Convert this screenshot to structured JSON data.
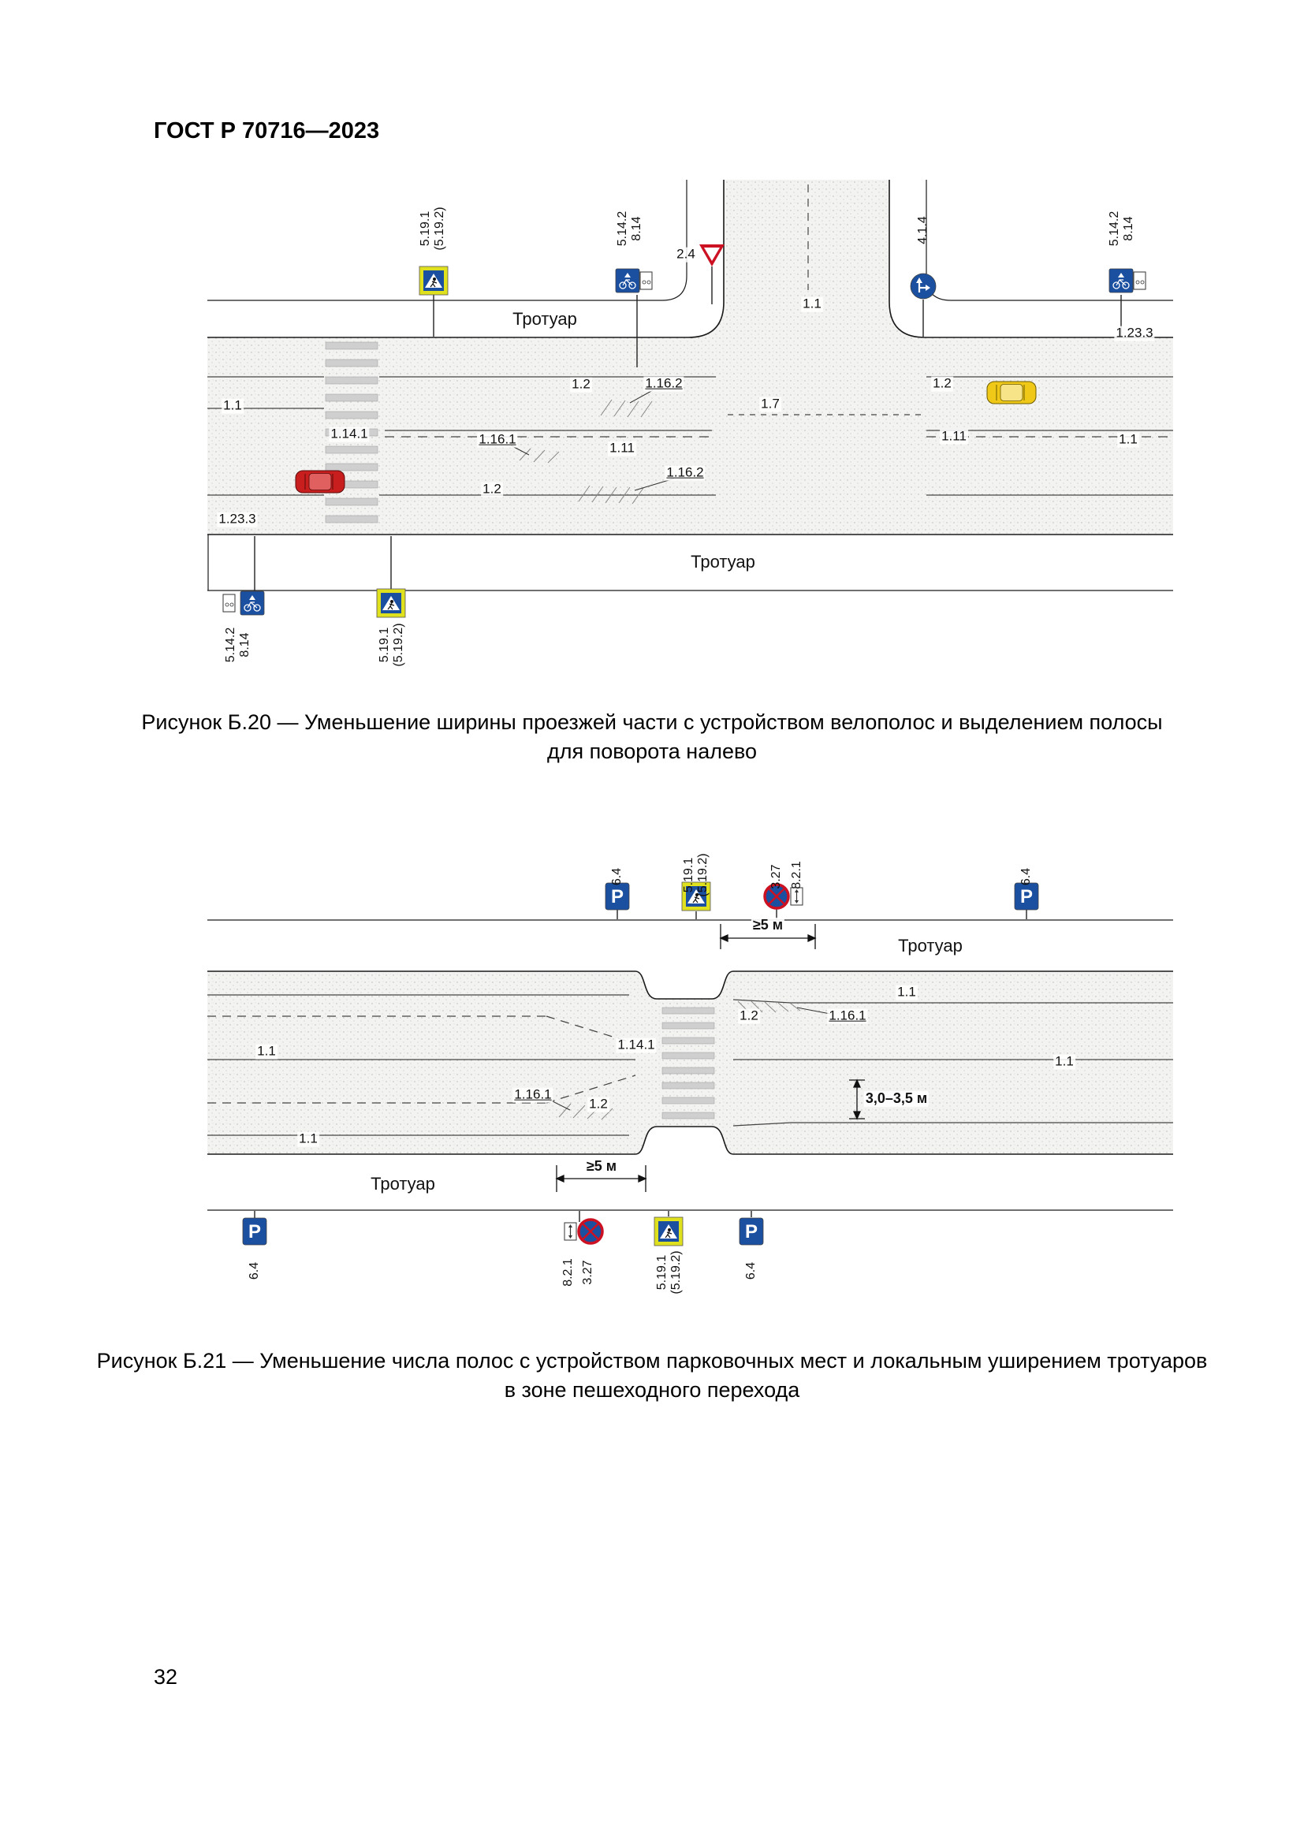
{
  "page": {
    "header": "ГОСТ Р 70716—2023",
    "number": "32"
  },
  "text": {
    "sidewalk": "Тротуар",
    "dim_ge5": "≥5 м",
    "dim_width": "3,0–3,5 м"
  },
  "signs": {
    "s5191": "5.19.1",
    "s5192": "(5.19.2)",
    "s5142": "5.14.2",
    "s814": "8.14",
    "s24": "2.4",
    "s414": "4.1.4",
    "s64": "6.4",
    "s327": "3.27",
    "s821": "8.2.1",
    "p": "P"
  },
  "markings": {
    "m11": "1.1",
    "m12": "1.2",
    "m17": "1.7",
    "m111": "1.11",
    "m1141": "1.14.1",
    "m1161": "1.16.1",
    "m1162": "1.16.2",
    "m1233": "1.23.3"
  },
  "figures": {
    "b20": {
      "line1": "Рисунок Б.20 — Уменьшение ширины проезжей части с устройством велополос и выделением полосы",
      "line2": "для поворота налево"
    },
    "b21": {
      "line1": "Рисунок Б.21 — Уменьшение числа полос с устройством парковочных мест и локальным уширением тротуаров",
      "line2": "в зоне пешеходного перехода"
    }
  },
  "colors": {
    "sign_blue": "#1b4fa0",
    "sign_red": "#cc1122",
    "sign_yellow_green": "#dfe01e",
    "car_red": "#c81e1e",
    "car_yellow": "#f0c818"
  }
}
